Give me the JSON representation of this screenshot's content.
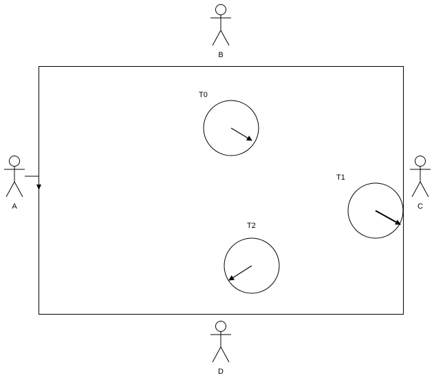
{
  "colors": {
    "line": "#000000",
    "background": "#ffffff"
  },
  "actors": {
    "a": {
      "label": "A"
    },
    "b": {
      "label": "B"
    },
    "c": {
      "label": "C"
    },
    "d": {
      "label": "D"
    }
  },
  "timers": {
    "t0": {
      "label": "T0"
    },
    "t1": {
      "label": "T1"
    },
    "t2": {
      "label": "T2"
    }
  }
}
